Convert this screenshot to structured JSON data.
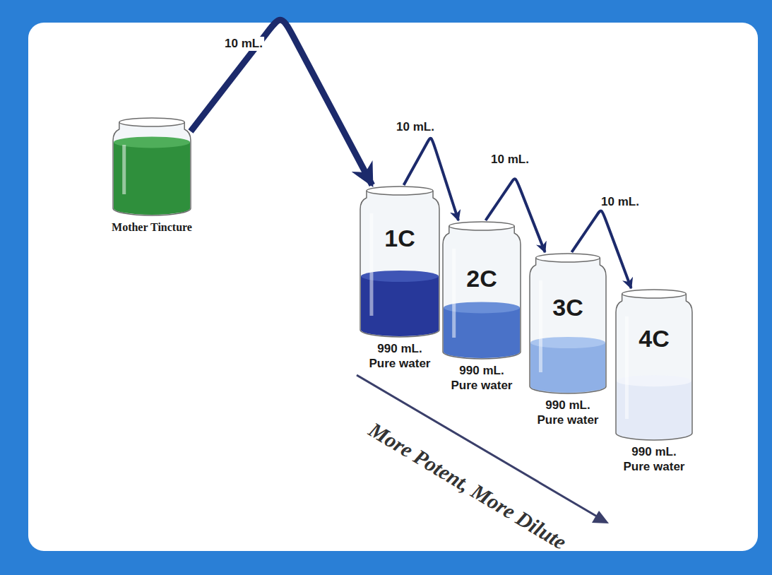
{
  "diagram": {
    "nodes": [
      {
        "text": [
          "Mother Tincture"
        ]
      },
      {
        "text": [
          "1C",
          "990 mL. Pure water"
        ]
      },
      {
        "text": [
          "2C",
          "990 mL. Pure water"
        ]
      },
      {
        "text": [
          "3C",
          "990 mL. Pure water"
        ]
      },
      {
        "text": [
          "4C",
          "990 mL. Pure water"
        ]
      }
    ],
    "edges": [
      {
        "from": 0,
        "to": 1,
        "arrow": "to",
        "label": "10 mL."
      },
      {
        "from": 1,
        "to": 2,
        "arrow": "to",
        "label": "10 mL."
      },
      {
        "from": 2,
        "to": 3,
        "arrow": "to",
        "label": "10 mL."
      },
      {
        "from": 3,
        "to": 4,
        "arrow": "to",
        "label": "10 mL."
      }
    ],
    "labels": [
      "More Potent, More Dilute"
    ]
  }
}
